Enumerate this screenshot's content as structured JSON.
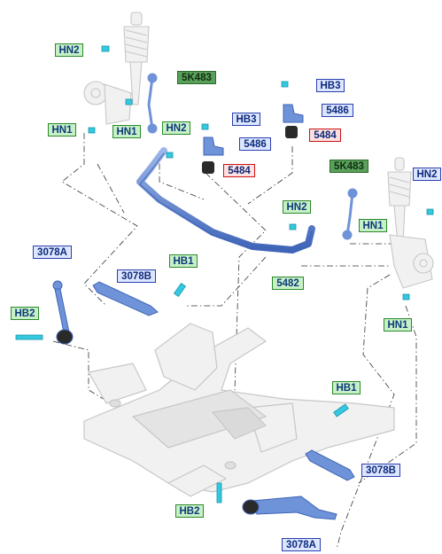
{
  "colors": {
    "frame_fill": "#f1f1f1",
    "frame_stroke": "#c7c7c7",
    "part_blue": "#6f93d8",
    "part_blue_dark": "#3f64b8",
    "fastener_cyan": "#33c9e0",
    "bushing_dark": "#2a2a2a",
    "label_green_bg": "#c8f0c8",
    "label_blue_bg": "#dde6ff",
    "label_red_border": "#c81414"
  },
  "labels": {
    "hn2_top_left": "HN2",
    "k5k483_left": "5K483",
    "hn1_left_a": "HN1",
    "hn1_left_b": "HN1",
    "hn2_mid": "HN2",
    "hb3_upper": "HB3",
    "p5486_upper": "5486",
    "p5484_upper": "5484",
    "hb3_lower": "HB3",
    "p5486_lower": "5486",
    "p5484_lower": "5484",
    "k5k483_right": "5K483",
    "hn2_right": "HN2",
    "hn2_center": "HN2",
    "hn1_right_a": "HN1",
    "p5482": "5482",
    "hn1_right_b": "HN1",
    "p3078a_left": "3078A",
    "p3078b_left": "3078B",
    "hb1_left": "HB1",
    "hb2_left": "HB2",
    "hb1_right": "HB1",
    "p3078b_right": "3078B",
    "hb2_right": "HB2",
    "p3078a_right": "3078A"
  },
  "icons": [
    "strut-left",
    "strut-right",
    "stabilizer-bar",
    "stabilizer-link-left",
    "stabilizer-link-right",
    "lower-arm-left",
    "lower-arm-right",
    "subframe"
  ]
}
